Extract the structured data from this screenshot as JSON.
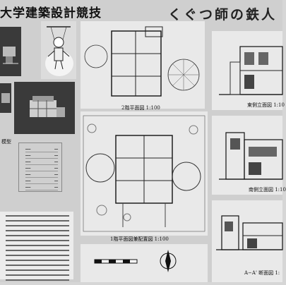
{
  "header": {
    "left_title": "大学建築設計競技",
    "right_title": "くぐつ師の鉄人"
  },
  "labels": {
    "model": "模型",
    "plan_2f": "2階平面図 1:100",
    "plan_1f": "1階平面図兼配置図 1:100",
    "elev_east": "東側立面図 1:10",
    "elev_south": "南側立面図 1:10",
    "section": "A−A' 断面図 1:"
  }
}
